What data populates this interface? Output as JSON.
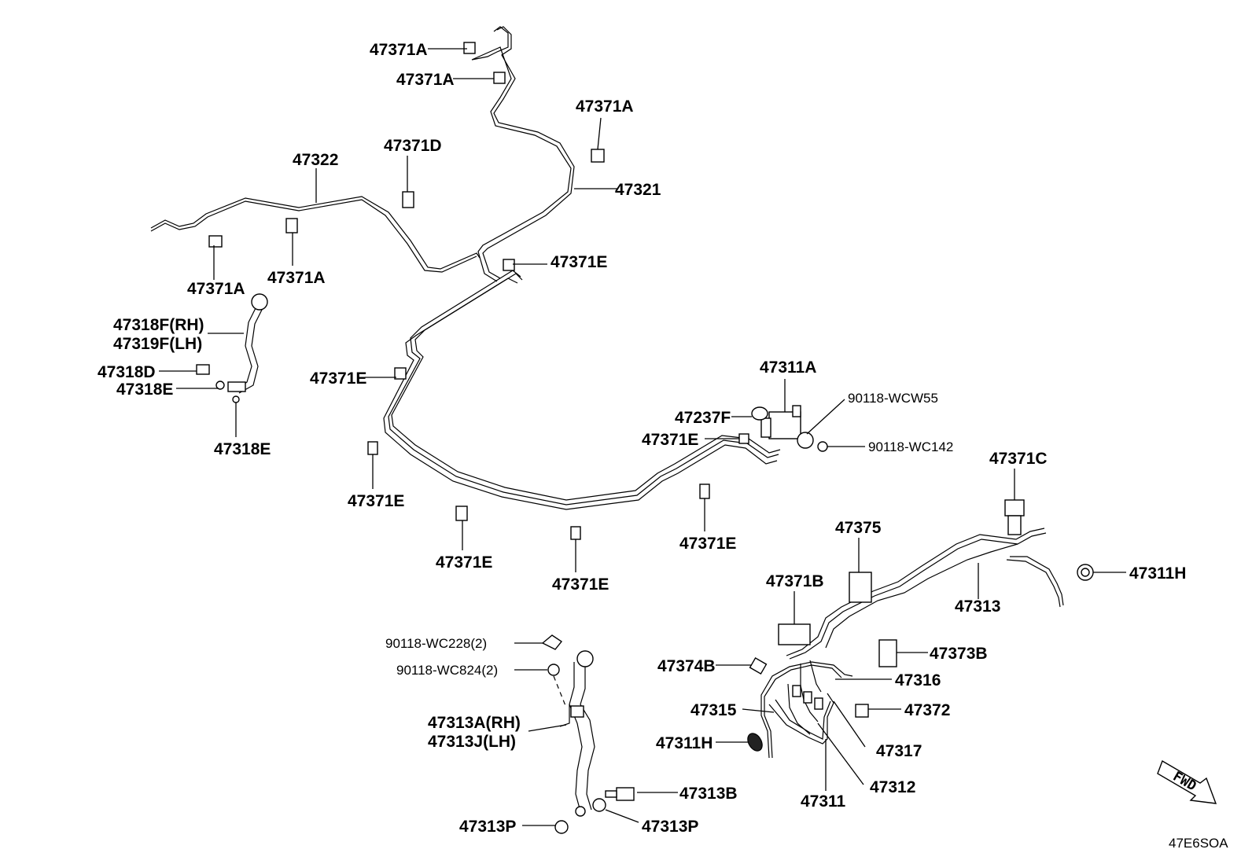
{
  "labels": {
    "l47371A_1": "47371A",
    "l47371A_2": "47371A",
    "l47371A_3": "47371A",
    "l47371D": "47371D",
    "l47322": "47322",
    "l47321": "47321",
    "l47371A_4": "47371A",
    "l47371A_5": "47371A",
    "l47371E_1": "47371E",
    "l47318F": "47318F(RH)",
    "l47319F": "47319F(LH)",
    "l47318D": "47318D",
    "l47318E_1": "47318E",
    "l47318E_2": "47318E",
    "l47371E_2": "47371E",
    "l47371E_3": "47371E",
    "l47371E_4": "47371E",
    "l47371E_5": "47371E",
    "l47371E_6": "47371E",
    "l47311A": "47311A",
    "l90118WCW55": "90118-WCW55",
    "l47237F": "47237F",
    "l47371E_7": "47371E",
    "l90118WC142": "90118-WC142",
    "l47371C": "47371C",
    "l47375": "47375",
    "l47311H_1": "47311H",
    "l47371B": "47371B",
    "l47313": "47313",
    "l90118WC228": "90118-WC228(2)",
    "l90118WC824": "90118-WC824(2)",
    "l47374B": "47374B",
    "l47373B": "47373B",
    "l47316": "47316",
    "l47315": "47315",
    "l47372": "47372",
    "l47313A": "47313A(RH)",
    "l47313J": "47313J(LH)",
    "l47311H_2": "47311H",
    "l47317": "47317",
    "l47312": "47312",
    "l47313B": "47313B",
    "l47311": "47311",
    "l47313P_1": "47313P",
    "l47313P_2": "47313P",
    "fwd": "FWD",
    "code": "47E6SOA"
  }
}
